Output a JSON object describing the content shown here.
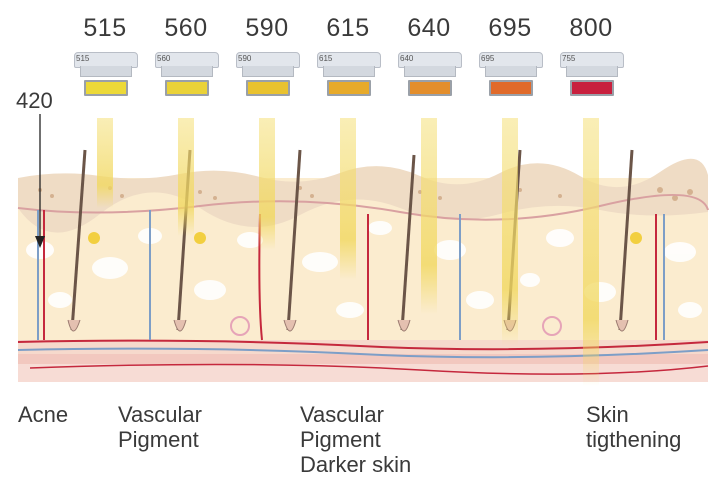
{
  "wavelengths": [
    {
      "nm": "515",
      "filter_label": "515",
      "color": "#ecd938"
    },
    {
      "nm": "560",
      "filter_label": "560",
      "color": "#ead238"
    },
    {
      "nm": "590",
      "filter_label": "590",
      "color": "#e9c22f"
    },
    {
      "nm": "615",
      "filter_label": "615",
      "color": "#e7aa2a"
    },
    {
      "nm": "640",
      "filter_label": "640",
      "color": "#e38e2c"
    },
    {
      "nm": "695",
      "filter_label": "695",
      "color": "#e06a2a"
    },
    {
      "nm": "800",
      "filter_label": "755",
      "color": "#c8203e"
    }
  ],
  "marker_420": "420",
  "captions": {
    "acne": "Acne",
    "vascular1": [
      "Vascular",
      "Pigment"
    ],
    "vascular2": [
      "Vascular",
      "Pigment",
      "Darker skin"
    ],
    "skin": [
      "Skin",
      "tigthening"
    ]
  },
  "colors": {
    "beam": "#f3e38a",
    "epidermis": "#efdcc6",
    "dermis": "#fbecd0",
    "vessel_red": "#c5283d",
    "vessel_blue": "#7d9ec7"
  }
}
